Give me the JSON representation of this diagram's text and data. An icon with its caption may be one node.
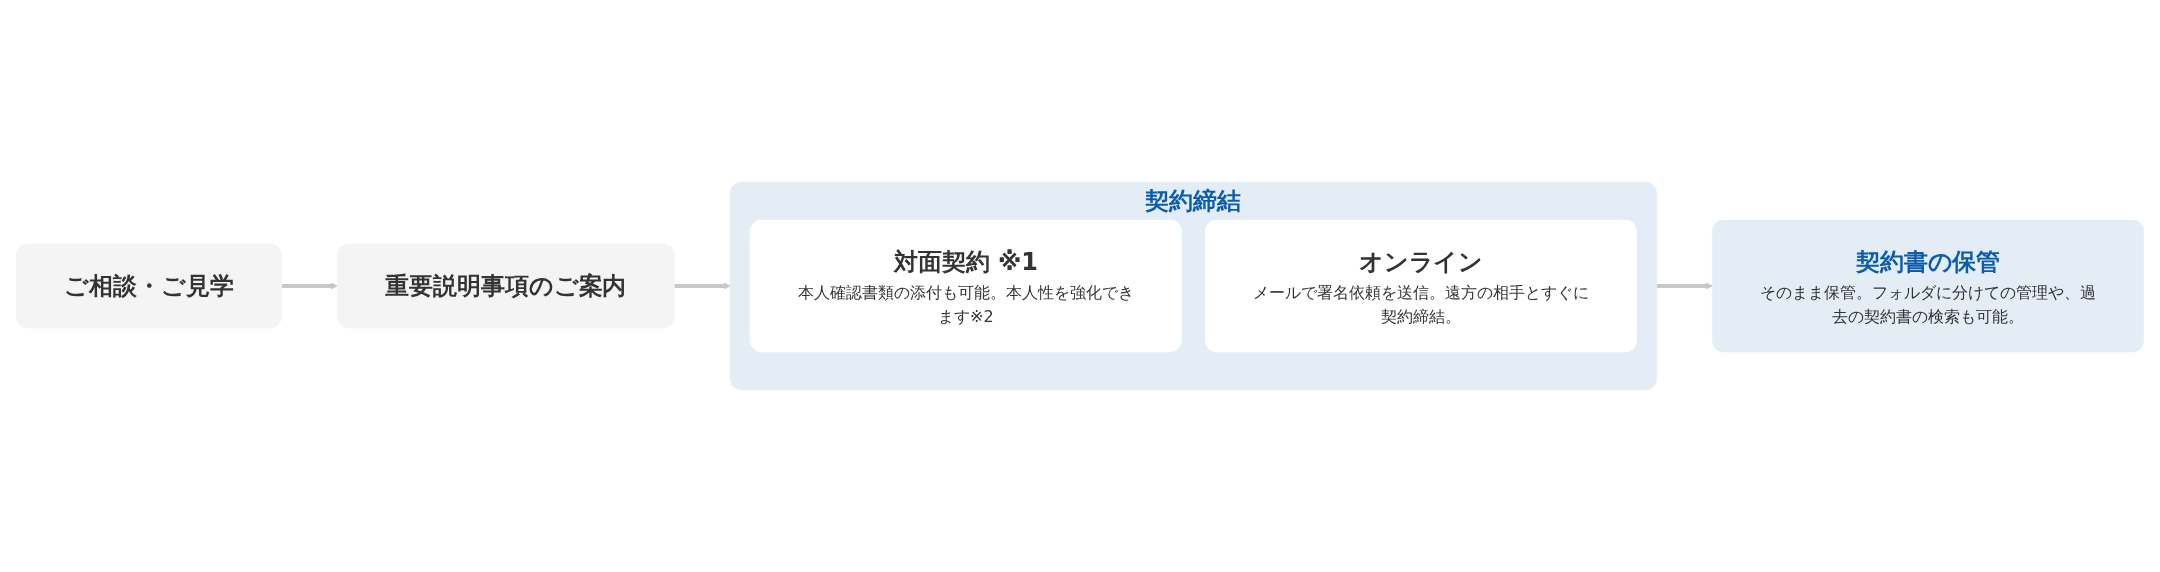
{
  "diagram": {
    "nodes": [
      {
        "text": [
          "ご相談・ご見学"
        ]
      },
      {
        "text": [
          "重要説明事項のご案内"
        ]
      },
      {
        "text": [
          "契約締結"
        ]
      },
      {
        "text": [
          "対面契約 ※1",
          "本人確認書類の添付も可能。本人性を強化できます※2"
        ],
        "in": 2
      },
      {
        "text": [
          "オンライン",
          "メールで署名依頼を送信。遠方の相手とすぐに契約締結。"
        ],
        "in": 2
      },
      {
        "text": [
          "契約書の保管",
          "そのまま保管。フォルダに分けての管理や、過去の契約書の検索も可能。"
        ]
      }
    ],
    "edges": [
      {
        "from": 0,
        "to": 1,
        "arrow": "to"
      },
      {
        "from": 1,
        "to": 2,
        "arrow": "to"
      },
      {
        "from": 2,
        "to": 5,
        "arrow": "to"
      }
    ]
  }
}
